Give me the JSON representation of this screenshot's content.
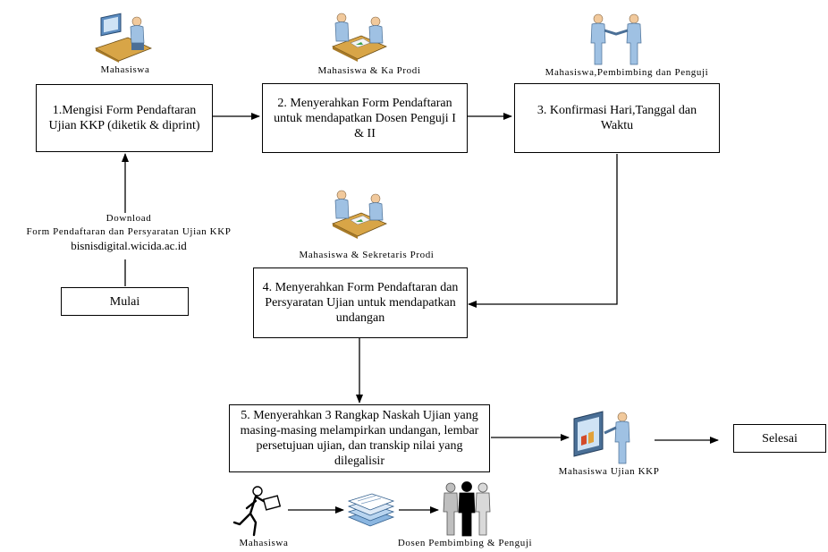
{
  "steps": {
    "step1": "1.Mengisi Form Pendaftaran Ujian KKP (diketik & diprint)",
    "step2": "2. Menyerahkan Form Pendaftaran untuk mendapatkan Dosen Penguji I & II",
    "step3": "3. Konfirmasi Hari,Tanggal dan Waktu",
    "step4": "4. Menyerahkan Form Pendaftaran dan Persyaratan Ujian untuk mendapatkan undangan",
    "step5": "5. Menyerahkan 3 Rangkap Naskah Ujian yang masing-masing melampirkan undangan, lembar persetujuan ujian, dan transkip nilai yang dilegalisir",
    "start": "Mulai",
    "end": "Selesai"
  },
  "actors": {
    "a1": "Mahasiswa",
    "a2": "Mahasiswa & Ka Prodi",
    "a3": "Mahasiswa,Pembimbing dan Penguji",
    "a4": "Mahasiswa & Sekretaris Prodi",
    "a5": "Mahasiswa Ujian KKP",
    "a6": "Mahasiswa",
    "a7": "Dosen Pembimbing & Penguji"
  },
  "download": {
    "line1": "Download",
    "line2": "Form Pendaftaran dan Persyaratan Ujian KKP",
    "url": "bisnisdigital.wicida.ac.id"
  },
  "icons": [
    "person-computer-icon",
    "meeting-icon",
    "handshake-icon",
    "meeting-icon",
    "presentation-icon",
    "courier-icon",
    "documents-icon",
    "people-group-icon"
  ]
}
